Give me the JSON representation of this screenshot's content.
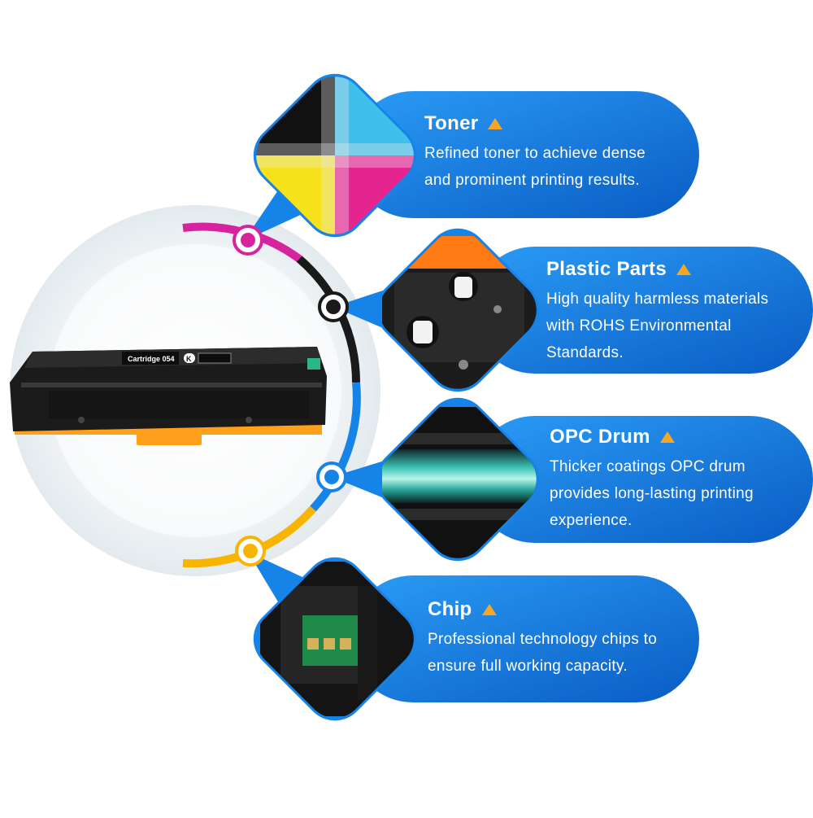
{
  "accent_colors": {
    "blue": "#1683e8",
    "blue_dark": "#0a5cc4",
    "magenta": "#d6249f",
    "black": "#1a1a1a",
    "yellow": "#f7b500",
    "triangle": "#f5a623"
  },
  "product": {
    "label": "Cartridge 054",
    "color_badge": "K"
  },
  "features": [
    {
      "title": "Toner",
      "icon": "triangle-up-icon",
      "description_lines": [
        "Refined toner to achieve dense",
        "and prominent printing results."
      ]
    },
    {
      "title": "Plastic Parts",
      "icon": "triangle-up-icon",
      "description_lines": [
        "High quality harmless materials",
        "with ROHS Environmental",
        "Standards."
      ]
    },
    {
      "title": "OPC Drum",
      "icon": "triangle-up-icon",
      "description_lines": [
        "Thicker coatings OPC drum",
        "provides long-lasting printing",
        "experience."
      ]
    },
    {
      "title": "Chip",
      "icon": "triangle-up-icon",
      "description_lines": [
        "Professional technology chips to",
        "ensure full working capacity."
      ]
    }
  ]
}
